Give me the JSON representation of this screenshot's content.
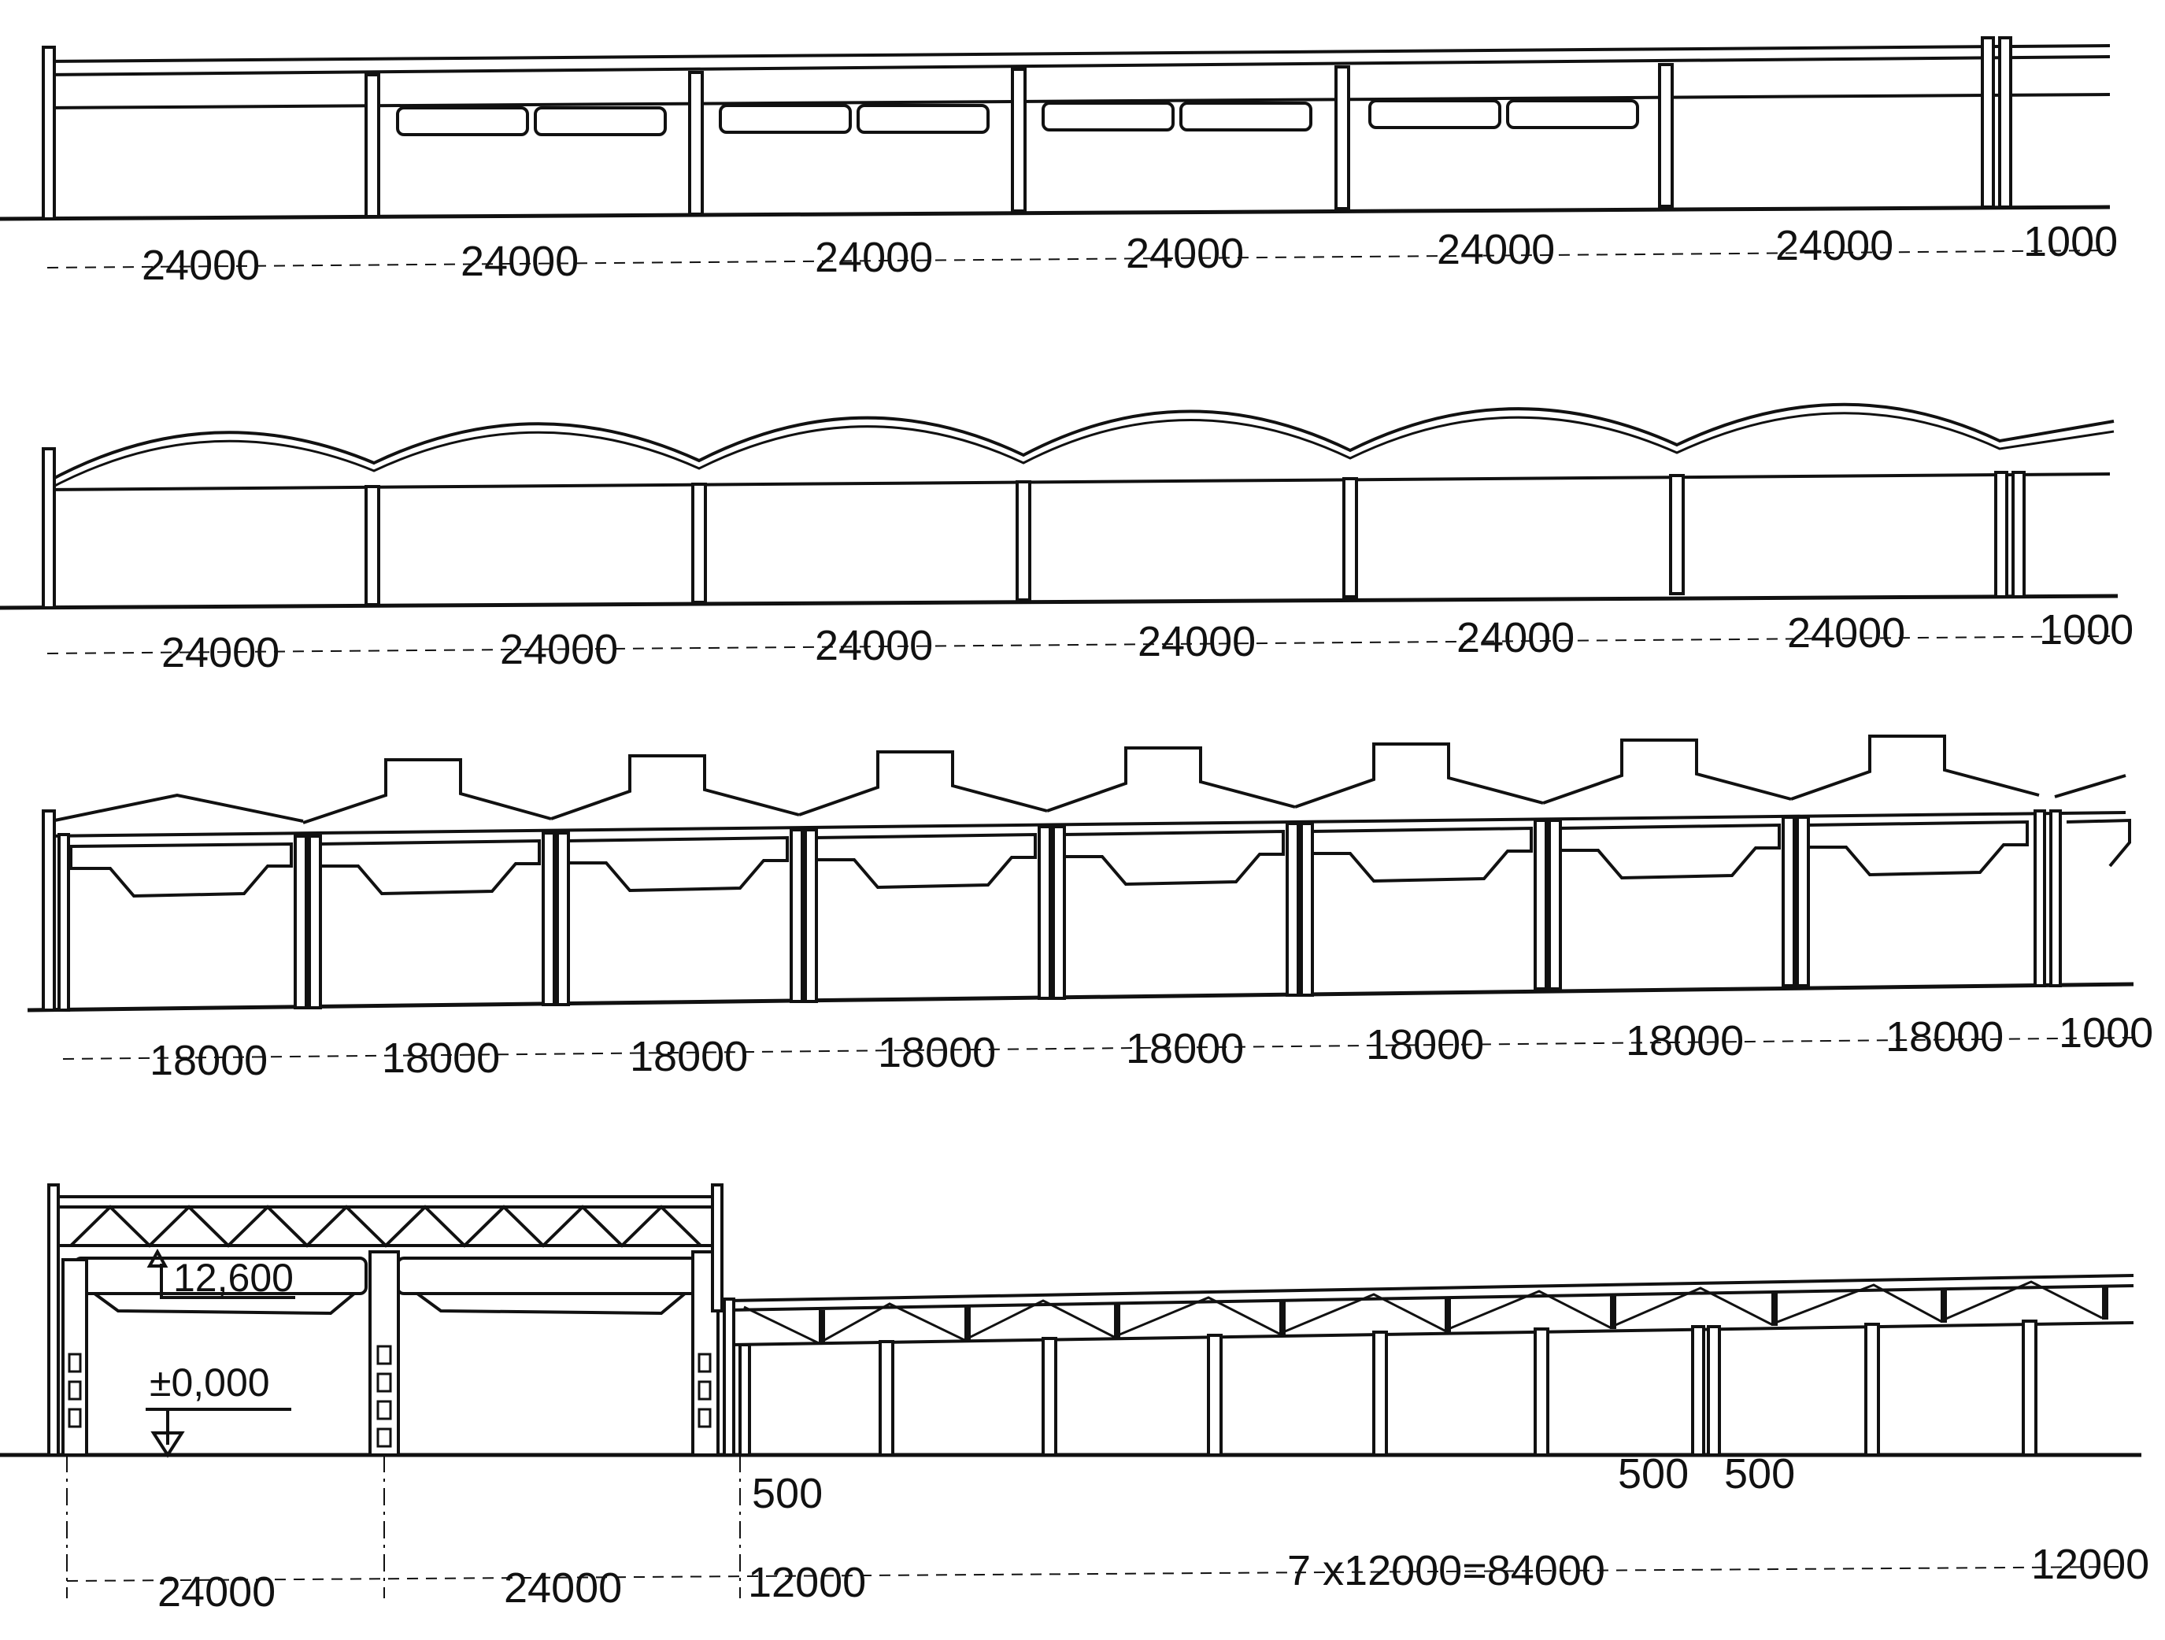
{
  "sections": [
    {
      "id": "a",
      "spans": [
        "24000",
        "24000",
        "24000",
        "24000",
        "24000",
        "24000"
      ],
      "joint": "1000"
    },
    {
      "id": "b",
      "spans": [
        "24000",
        "24000",
        "24000",
        "24000",
        "24000",
        "24000"
      ],
      "joint": "1000"
    },
    {
      "id": "c",
      "spans": [
        "18000",
        "18000",
        "18000",
        "18000",
        "18000",
        "18000",
        "18000",
        "18000"
      ],
      "joint": "1000"
    },
    {
      "id": "d",
      "left_spans": [
        "24000",
        "24000"
      ],
      "elevation_top": "12,600",
      "elevation_ground": "±0,000",
      "gap_500": "500",
      "joint_500_left": "500",
      "joint_500_right": "500",
      "first_bay": "12000",
      "repeat_total": "7 x12000=84000",
      "last_bay": "12000"
    }
  ]
}
